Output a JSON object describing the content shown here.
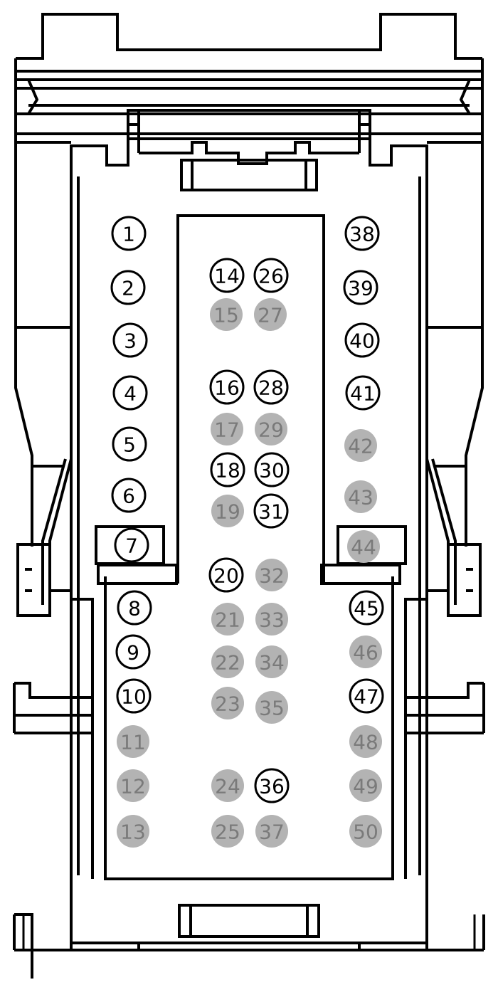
{
  "pins": [
    {
      "label": "1",
      "state": "active"
    },
    {
      "label": "2",
      "state": "active"
    },
    {
      "label": "3",
      "state": "active"
    },
    {
      "label": "4",
      "state": "active"
    },
    {
      "label": "5",
      "state": "active"
    },
    {
      "label": "6",
      "state": "active"
    },
    {
      "label": "7",
      "state": "active"
    },
    {
      "label": "8",
      "state": "active"
    },
    {
      "label": "9",
      "state": "active"
    },
    {
      "label": "10",
      "state": "active"
    },
    {
      "label": "11",
      "state": "unused"
    },
    {
      "label": "12",
      "state": "unused"
    },
    {
      "label": "13",
      "state": "unused"
    },
    {
      "label": "14",
      "state": "active"
    },
    {
      "label": "15",
      "state": "unused"
    },
    {
      "label": "16",
      "state": "active"
    },
    {
      "label": "17",
      "state": "unused"
    },
    {
      "label": "18",
      "state": "active"
    },
    {
      "label": "19",
      "state": "unused"
    },
    {
      "label": "20",
      "state": "active"
    },
    {
      "label": "21",
      "state": "unused"
    },
    {
      "label": "22",
      "state": "unused"
    },
    {
      "label": "23",
      "state": "unused"
    },
    {
      "label": "24",
      "state": "unused"
    },
    {
      "label": "25",
      "state": "unused"
    },
    {
      "label": "26",
      "state": "active"
    },
    {
      "label": "27",
      "state": "unused"
    },
    {
      "label": "28",
      "state": "active"
    },
    {
      "label": "29",
      "state": "unused"
    },
    {
      "label": "30",
      "state": "active"
    },
    {
      "label": "31",
      "state": "active"
    },
    {
      "label": "32",
      "state": "unused"
    },
    {
      "label": "33",
      "state": "unused"
    },
    {
      "label": "34",
      "state": "unused"
    },
    {
      "label": "35",
      "state": "unused"
    },
    {
      "label": "36",
      "state": "active"
    },
    {
      "label": "37",
      "state": "unused"
    },
    {
      "label": "38",
      "state": "active"
    },
    {
      "label": "39",
      "state": "active"
    },
    {
      "label": "40",
      "state": "active"
    },
    {
      "label": "41",
      "state": "active"
    },
    {
      "label": "42",
      "state": "unused"
    },
    {
      "label": "43",
      "state": "unused"
    },
    {
      "label": "44",
      "state": "unused"
    },
    {
      "label": "45",
      "state": "active"
    },
    {
      "label": "46",
      "state": "unused"
    },
    {
      "label": "47",
      "state": "active"
    },
    {
      "label": "48",
      "state": "unused"
    },
    {
      "label": "49",
      "state": "unused"
    },
    {
      "label": "50",
      "state": "unused"
    }
  ],
  "colors": {
    "outline": "#000000",
    "active_fill": "#ffffff",
    "active_text": "#000000",
    "unused_fill": "#b3b3b3",
    "unused_text": "#7a7a7a"
  }
}
